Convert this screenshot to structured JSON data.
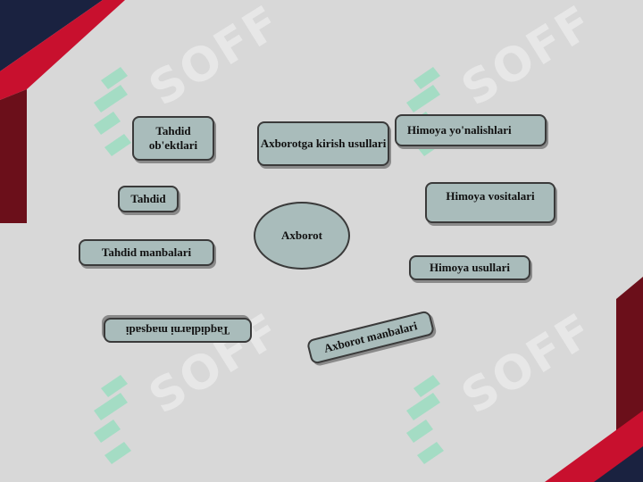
{
  "diagram": {
    "center": "Axborot",
    "nodes": [
      {
        "id": "tahdid-obyektlari",
        "label": "Tahdid ob'ektlari"
      },
      {
        "id": "axborotga-kirish",
        "label": "Axborotga kirish usullari"
      },
      {
        "id": "himoya-yonalishlari",
        "label": "Himoya yo'nalishlari"
      },
      {
        "id": "tahdid",
        "label": "Tahdid"
      },
      {
        "id": "himoya-vositalari",
        "label": "Himoya vositalari"
      },
      {
        "id": "tahdid-manbalari",
        "label": "Tahdid manbalari"
      },
      {
        "id": "himoya-usullari",
        "label": "Himoya usullari"
      },
      {
        "id": "taqdidlarni-maqsadi",
        "label": "Taqdidlarni maqsadi"
      },
      {
        "id": "axborot-manbalari",
        "label": "Axborot manbalari"
      }
    ]
  },
  "watermark": {
    "text": "SOFF"
  },
  "colors": {
    "callout_fill": "#a9bcbb",
    "background": "#d8d8d8",
    "accent_red": "#c8102e",
    "accent_navy": "#1a2240",
    "watermark": "#7be0b4"
  }
}
